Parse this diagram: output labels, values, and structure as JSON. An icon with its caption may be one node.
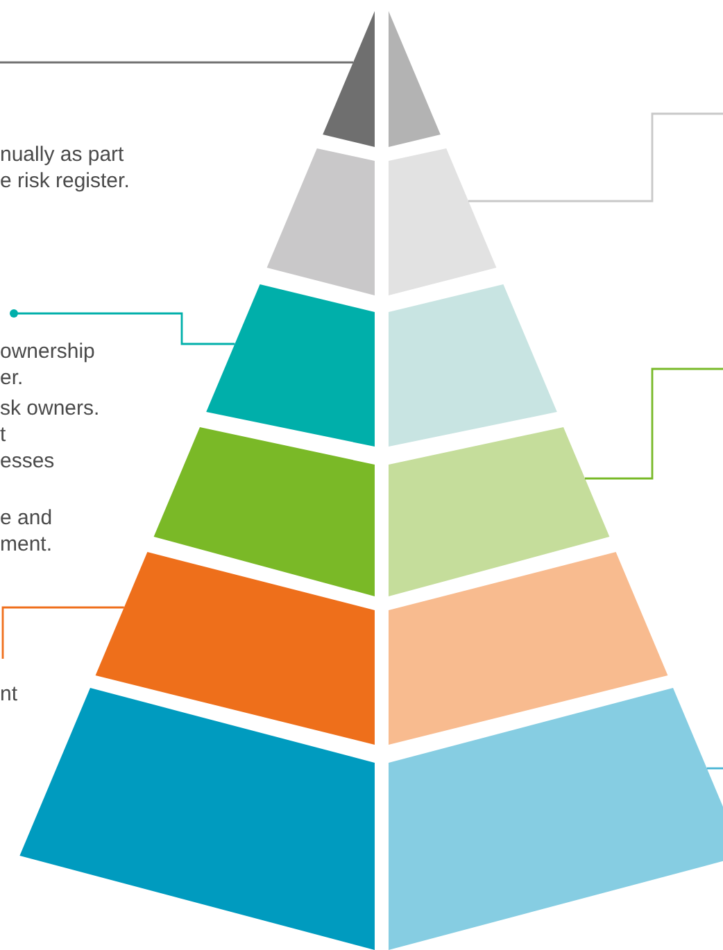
{
  "diagram": {
    "nodes": [
      {
        "text": [],
        "shape": "triangle"
      },
      {
        "text": [],
        "shape": "triangle"
      },
      {
        "text": [],
        "shape": "trapezoid"
      },
      {
        "text": [],
        "shape": "trapezoid"
      },
      {
        "text": [],
        "shape": "trapezoid"
      },
      {
        "text": [],
        "shape": "trapezoid"
      },
      {
        "text": [],
        "shape": "trapezoid"
      },
      {
        "text": [],
        "shape": "trapezoid"
      },
      {
        "text": [],
        "shape": "trapezoid"
      },
      {
        "text": [],
        "shape": "trapezoid"
      },
      {
        "text": [],
        "shape": "trapezoid"
      },
      {
        "text": [],
        "shape": "trapezoid"
      }
    ],
    "edges": [
      {
        "from": 0,
        "to": null,
        "arrow": "none",
        "color": "#707070"
      },
      {
        "from": 3,
        "to": null,
        "arrow": "none",
        "color": "#c8c8c8"
      },
      {
        "from": 4,
        "to": null,
        "arrow": "other",
        "color": "#00afaa"
      },
      {
        "from": 7,
        "to": null,
        "arrow": "none",
        "color": "#78b928"
      },
      {
        "from": 8,
        "to": null,
        "arrow": "none",
        "color": "#ef6f1c"
      },
      {
        "from": 11,
        "to": null,
        "arrow": "none",
        "color": "#48b4d4"
      }
    ],
    "labels": [
      "nually as part e risk register.",
      "ownership er.",
      "sk owners.",
      "t esses",
      "e and ment.",
      "nt"
    ]
  }
}
